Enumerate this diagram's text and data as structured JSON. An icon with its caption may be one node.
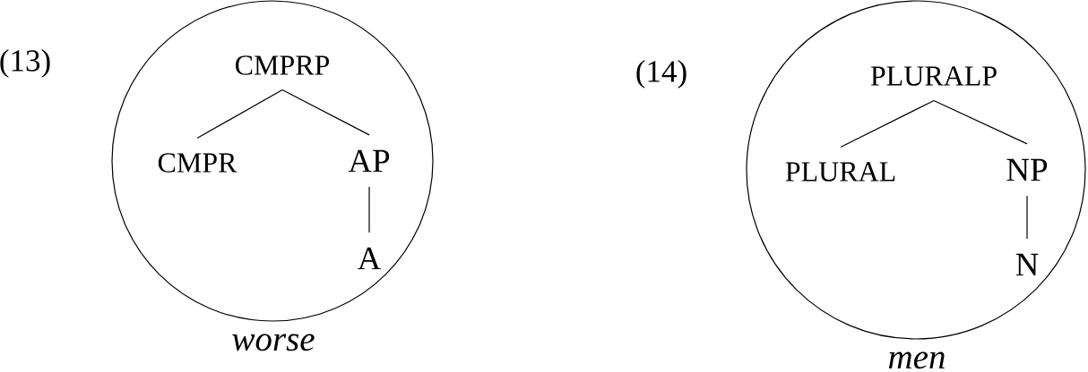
{
  "diagram": {
    "nodes": [
      {
        "text": [],
        "shape": "circle",
        "beside": [
          "worse"
        ]
      },
      {
        "text": [
          "CMPRP"
        ],
        "in": 0
      },
      {
        "text": [
          "CMPR"
        ],
        "in": 0
      },
      {
        "text": [
          "AP"
        ],
        "in": 0
      },
      {
        "text": [
          "A"
        ],
        "in": 0
      },
      {
        "text": [],
        "shape": "circle",
        "beside": [
          "men"
        ]
      },
      {
        "text": [
          "PLURALP"
        ],
        "in": 5
      },
      {
        "text": [
          "PLURAL"
        ],
        "in": 5
      },
      {
        "text": [
          "NP"
        ],
        "in": 5
      },
      {
        "text": [
          "N"
        ],
        "in": 5
      }
    ],
    "edges": [
      {
        "from": 1,
        "to": 2,
        "arrow": "none"
      },
      {
        "from": 1,
        "to": 3,
        "arrow": "none"
      },
      {
        "from": 3,
        "to": 4,
        "arrow": "none"
      },
      {
        "from": 6,
        "to": 7,
        "arrow": "none"
      },
      {
        "from": 6,
        "to": 8,
        "arrow": "none"
      },
      {
        "from": 8,
        "to": 9,
        "arrow": "none"
      }
    ],
    "labels": [
      "(13)",
      "(14)"
    ]
  }
}
